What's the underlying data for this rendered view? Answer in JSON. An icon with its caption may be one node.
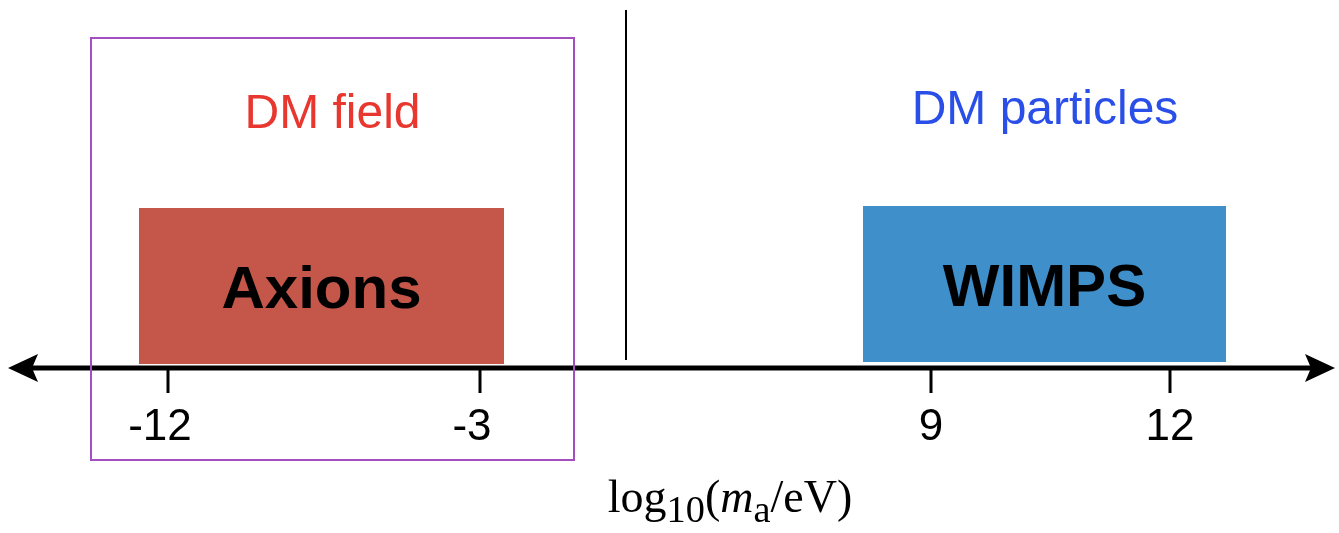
{
  "diagram": {
    "nodes": [
      {
        "text": [
          "DM field"
        ]
      },
      {
        "text": [
          "Axions"
        ],
        "in": 0
      },
      {
        "text": [
          "WIMPS"
        ]
      }
    ],
    "edges": [],
    "labels": [
      "DM particles",
      "-12",
      "-3",
      "9",
      "12",
      "log$_{10}$(*m*$_{a}$/eV)"
    ]
  }
}
